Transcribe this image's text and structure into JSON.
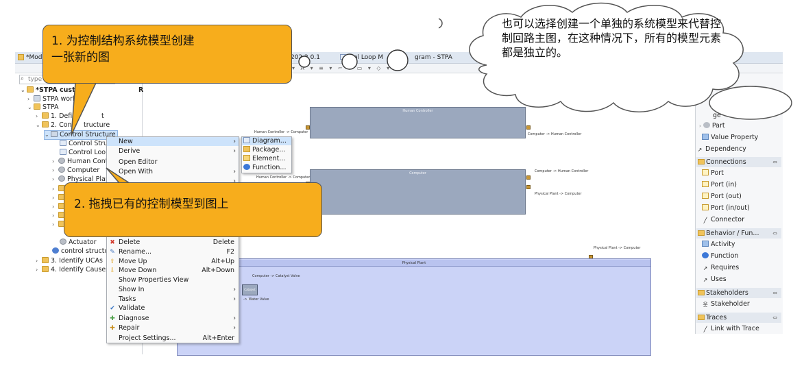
{
  "window": {
    "title_left": "*Mod",
    "title_mid": "202 2 0.1",
    "title_right": "trol Loop M",
    "title_right2": "gram - STPA"
  },
  "tree": {
    "search_placeholder": "type",
    "root": "*STPA customiz",
    "root_suffix": "R",
    "workflow": "STPA workflo",
    "stpa": "STPA",
    "define": "1. Define",
    "define_suffix": "t",
    "control_structure_pkg": "2. Contr",
    "control_structure_pkg_suffix": "tructure",
    "control_structure": "Control Structure",
    "children": [
      "Control Struct",
      "Control Loop",
      "Human Contr",
      "Computer",
      "Physical Plant"
    ],
    "actuator": "Actuator",
    "control_structure_file": "control structure.",
    "identify_ucas": "3. Identify UCAs",
    "identify_causes": "4. Identify Causes"
  },
  "context_menu": {
    "items": [
      {
        "label": "New",
        "shortcut": "",
        "submenu": true
      },
      {
        "label": "Derive",
        "shortcut": "",
        "submenu": true
      },
      {
        "label": "Open Editor",
        "shortcut": "",
        "submenu": false
      },
      {
        "label": "Open With",
        "shortcut": "",
        "submenu": true
      },
      {
        "label": "Delete",
        "shortcut": "Delete",
        "submenu": false
      },
      {
        "label": "Rename...",
        "shortcut": "F2",
        "submenu": false
      },
      {
        "label": "Move Up",
        "shortcut": "Alt+Up",
        "submenu": false
      },
      {
        "label": "Move Down",
        "shortcut": "Alt+Down",
        "submenu": false
      },
      {
        "label": "Show Properties View",
        "shortcut": "",
        "submenu": false
      },
      {
        "label": "Show In",
        "shortcut": "",
        "submenu": true
      },
      {
        "label": "Tasks",
        "shortcut": "",
        "submenu": true
      },
      {
        "label": "Validate",
        "shortcut": "",
        "submenu": false
      },
      {
        "label": "Diagnose",
        "shortcut": "",
        "submenu": true
      },
      {
        "label": "Repair",
        "shortcut": "",
        "submenu": true
      },
      {
        "label": "Project Settings...",
        "shortcut": "Alt+Enter",
        "submenu": false
      }
    ],
    "submenu": [
      "Diagram...",
      "Package...",
      "Element...",
      "Function..."
    ]
  },
  "diagram": {
    "human_controller": "Human Controller",
    "computer": "Computer",
    "physical_plant": "Physical Plant",
    "catalyst_valve": "Catalyst Valve",
    "labels": {
      "hc_to_computer_1": "Human Controller -> Computer",
      "computer_to_hc_1": "Computer -> Human Controller",
      "computer_to_hc_2": "Computer -> Human Controller",
      "hc_to_computer_2": "Human Controller -> Computer",
      "pp_to_computer_1": "Physical Plant -> Computer",
      "pp_to_computer_2": "Physical Plant -> Computer",
      "computer_to_catalyst": "Computer -> Catalyst Valve",
      "to_water_valve": "-> Water Valve"
    }
  },
  "palette": {
    "categories": {
      "connections": "Connections",
      "behavior": "Behavior / Fun...",
      "stakeholders": "Stakeholders",
      "traces": "Traces"
    },
    "items": {
      "top_partial": "ge",
      "part": "Part",
      "value_property": "Value Property",
      "dependency": "Dependency",
      "port": "Port",
      "port_in": "Port (in)",
      "port_out": "Port (out)",
      "port_inout": "Port (in/out)",
      "connector": "Connector",
      "activity": "Activity",
      "function": "Function",
      "requires": "Requires",
      "uses": "Uses",
      "stakeholder": "Stakeholder",
      "link_with_trace": "Link with Trace"
    }
  },
  "callouts": {
    "step1_line1": "1.  为控制结构系统模型创建",
    "step1_line2": "一张新的图",
    "step2": "2.  拖拽已有的控制模型到图上",
    "cloud": "也可以选择创建一个单独的系统模型来代替控制回路主图，在这种情况下，所有的模型元素都是独立的。"
  },
  "colors": {
    "callout": "#f7ad1c",
    "block": "#9ba8be",
    "plant": "#cbd3f7",
    "selection": "#cde3fb"
  }
}
